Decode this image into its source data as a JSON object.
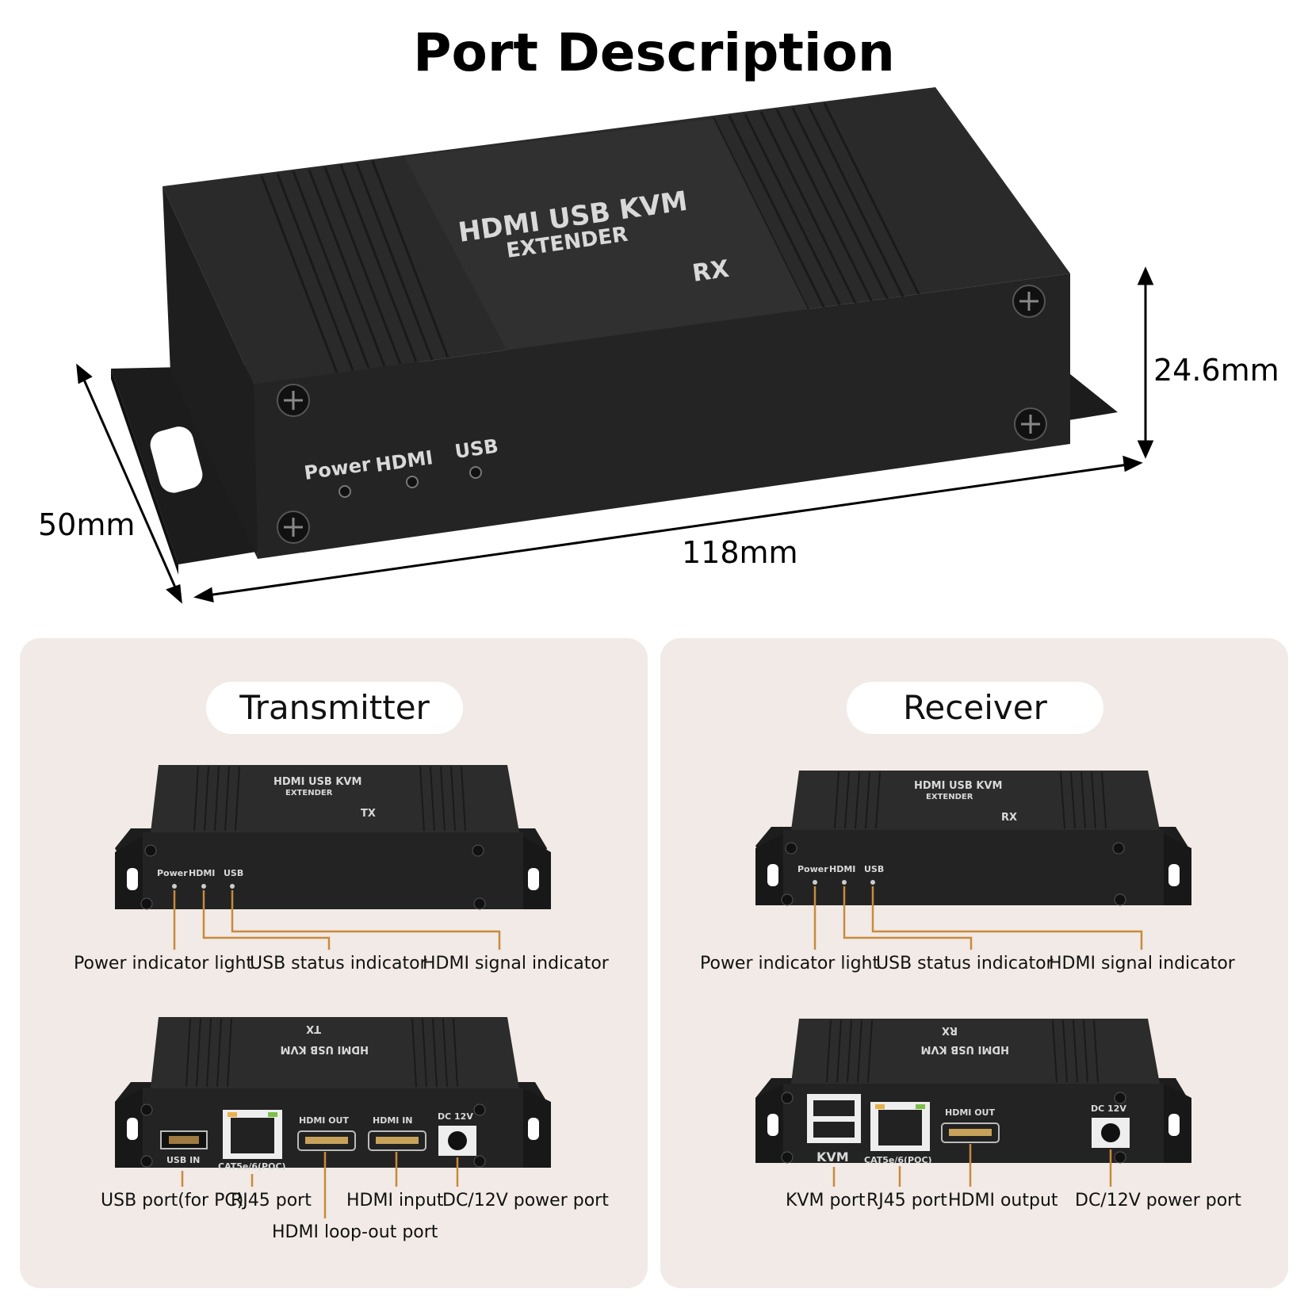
{
  "title": "Port Description",
  "dimensions": {
    "height": "24.6mm",
    "depth": "50mm",
    "width": "118mm"
  },
  "main_device": {
    "brand_line1": "HDMI USB KVM",
    "brand_line2": "EXTENDER",
    "model": "RX",
    "led_power": "Power",
    "led_hdmi": "HDMI",
    "led_usb": "USB"
  },
  "transmitter": {
    "heading": "Transmitter",
    "model": "TX",
    "front": {
      "led_power": "Power",
      "led_hdmi": "HDMI",
      "led_usb": "USB",
      "callouts": [
        "Power indicator light",
        "USB status indicator",
        "HDMI signal indicator"
      ]
    },
    "rear": {
      "port_usb": "USB IN",
      "port_rj45": "CAT5e/6(POC)",
      "port_hdmi_out": "HDMI OUT",
      "port_hdmi_in": "HDMI IN",
      "port_dc": "DC 12V",
      "callouts": [
        "USB port(for PC)",
        "RJ45 port",
        "HDMI input",
        "DC/12V power port",
        "HDMI loop-out port"
      ]
    }
  },
  "receiver": {
    "heading": "Receiver",
    "model": "RX",
    "front": {
      "led_power": "Power",
      "led_hdmi": "HDMI",
      "led_usb": "USB",
      "callouts": [
        "Power indicator light",
        "USB status indicator",
        "HDMI signal indicator"
      ]
    },
    "rear": {
      "port_kvm": "KVM",
      "port_rj45": "CAT5e/6(POC)",
      "port_hdmi_out": "HDMI OUT",
      "port_dc": "DC 12V",
      "callouts": [
        "KVM port",
        "RJ45 port",
        "HDMI output",
        "DC/12V power port"
      ]
    }
  },
  "colors": {
    "device_body": "#2b2b2b",
    "panel_bg": "#f1eae6",
    "callout_line": "#c98a3c"
  }
}
